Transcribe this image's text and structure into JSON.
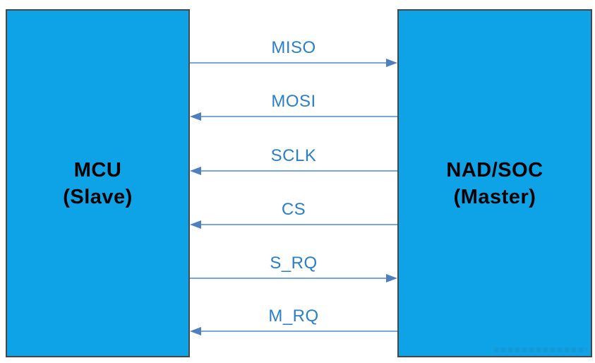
{
  "diagram": {
    "left_box": {
      "title": "MCU",
      "subtitle": "(Slave)"
    },
    "right_box": {
      "title": "NAD/SOC",
      "subtitle": "(Master)"
    },
    "signals": [
      {
        "label": "MISO",
        "direction": "right",
        "from": "MCU",
        "to": "NAD/SOC"
      },
      {
        "label": "MOSI",
        "direction": "left",
        "from": "NAD/SOC",
        "to": "MCU"
      },
      {
        "label": "SCLK",
        "direction": "left",
        "from": "NAD/SOC",
        "to": "MCU"
      },
      {
        "label": "CS",
        "direction": "left",
        "from": "NAD/SOC",
        "to": "MCU"
      },
      {
        "label": "S_RQ",
        "direction": "right",
        "from": "MCU",
        "to": "NAD/SOC"
      },
      {
        "label": "M_RQ",
        "direction": "left",
        "from": "NAD/SOC",
        "to": "MCU"
      }
    ],
    "colors": {
      "box_fill": "#0EA2E6",
      "box_border": "#474747",
      "box_text": "#000000",
      "label_text": "#2B7FC7",
      "line": "#79A7DC",
      "arrowhead": "#4E80BE"
    }
  }
}
